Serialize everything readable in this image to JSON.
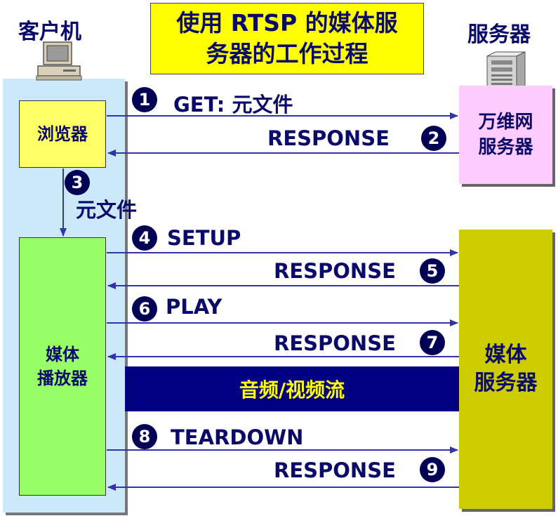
{
  "title": "使用 RTSP 的媒体服\n务器的工作过程",
  "client_label": "客户机",
  "server_label": "服务器",
  "browser_label": "浏览器",
  "player_label": "媒体\n播放器",
  "web_server_label": "万维网\n服务器",
  "media_server_label": "媒体\n服务器",
  "stream_label": "音频/视频流",
  "steps": [
    {
      "num": "1",
      "text": "GET: 元文件"
    },
    {
      "num": "2",
      "text": "RESPONSE"
    },
    {
      "num": "3",
      "text": "元文件"
    },
    {
      "num": "4",
      "text": "SETUP"
    },
    {
      "num": "5",
      "text": "RESPONSE"
    },
    {
      "num": "6",
      "text": "PLAY"
    },
    {
      "num": "7",
      "text": "RESPONSE"
    },
    {
      "num": "8",
      "text": "TEARDOWN"
    },
    {
      "num": "9",
      "text": "RESPONSE"
    }
  ],
  "colors": {
    "arrow": "#3333aa",
    "client_column": "#cce9f9",
    "browser": "#ffff66",
    "player": "#99ff66",
    "web_server": "#ffccff",
    "media_server": "#cccc00",
    "stream_bar": "#000080",
    "title_bg": "#ffff00"
  }
}
